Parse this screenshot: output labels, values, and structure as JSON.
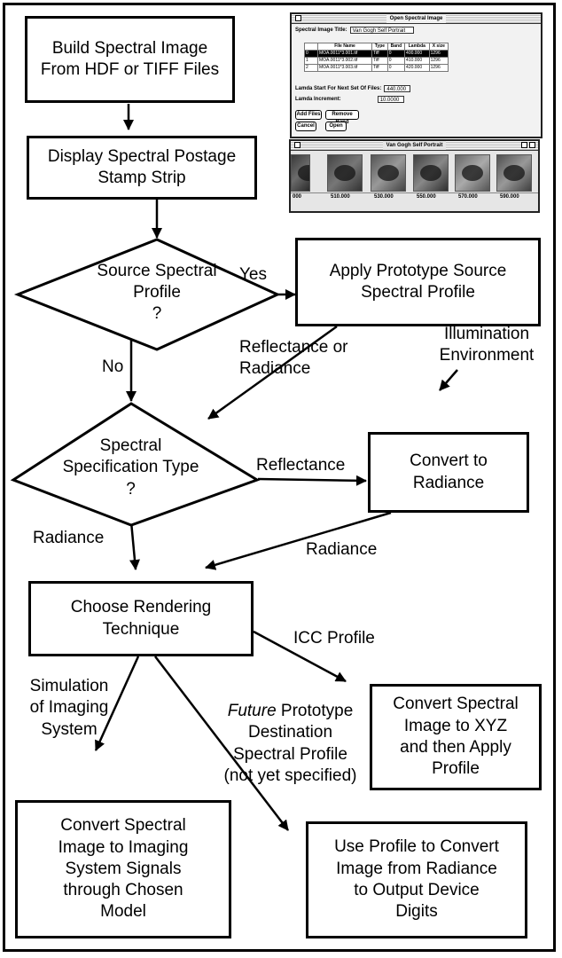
{
  "boxes": {
    "build": "Build Spectral Image\nFrom HDF or TIFF Files",
    "display": "Display Spectral Postage\nStamp Strip",
    "apply_source": "Apply Prototype Source\nSpectral Profile",
    "convert_radiance": "Convert to\nRadiance",
    "choose": "Choose Rendering\nTechnique",
    "convert_xyz": "Convert Spectral\nImage to XYZ\nand then Apply\nProfile",
    "convert_signals": "Convert Spectral\nImage to Imaging\nSystem Signals\nthrough Chosen\nModel",
    "use_profile": "Use Profile to Convert\nImage from Radiance\nto Output Device\nDigits"
  },
  "decisions": {
    "source_profile": "Source Spectral\nProfile\n?",
    "spec_type": "Spectral\nSpecification Type\n?"
  },
  "labels": {
    "yes": "Yes",
    "no": "No",
    "refl_or_rad": "Reflectance or\nRadiance",
    "illumination": "Illumination\nEnvironment",
    "reflectance": "Reflectance",
    "radiance_left": "Radiance",
    "radiance_right": "Radiance",
    "icc": "ICC Profile",
    "simulation": "Simulation\nof Imaging\nSystem",
    "future_word": "Future",
    "future_rest": " Prototype\nDestination\nSpectral Profile\n(not yet specified)"
  },
  "open_window": {
    "title": "Open Spectral Image",
    "image_title_label": "Spectral Image Title:",
    "image_title_value": "Van Gogh Self Portrait",
    "columns": [
      "",
      "File Name",
      "Type",
      "Band",
      "Lambda",
      "X size"
    ],
    "rows": [
      [
        "0",
        "MOA.0011*3.001.tif",
        "Tiff",
        "0",
        "400.000",
        "1296"
      ],
      [
        "1",
        "MOA.0011*3.002.tif",
        "Tiff",
        "0",
        "410.000",
        "1296"
      ],
      [
        "2",
        "MOA.0011*3.003.tif",
        "Tiff",
        "0",
        "420.000",
        "1296"
      ]
    ],
    "lambda_start_label": "Lamda Start For Next Set Of Files:",
    "lambda_start_value": "440.000",
    "lambda_increment_label": "Lamda Increment:",
    "lambda_increment_value": "10.0000",
    "btn_add": "Add Files",
    "btn_remove": "Remove Band",
    "btn_cancel": "Cancel",
    "btn_open": "Open"
  },
  "strip_window": {
    "title": "Van Gogh Self Portrait",
    "wavelengths": [
      "000",
      "510.000",
      "530.000",
      "550.000",
      "570.000",
      "590.000"
    ]
  }
}
